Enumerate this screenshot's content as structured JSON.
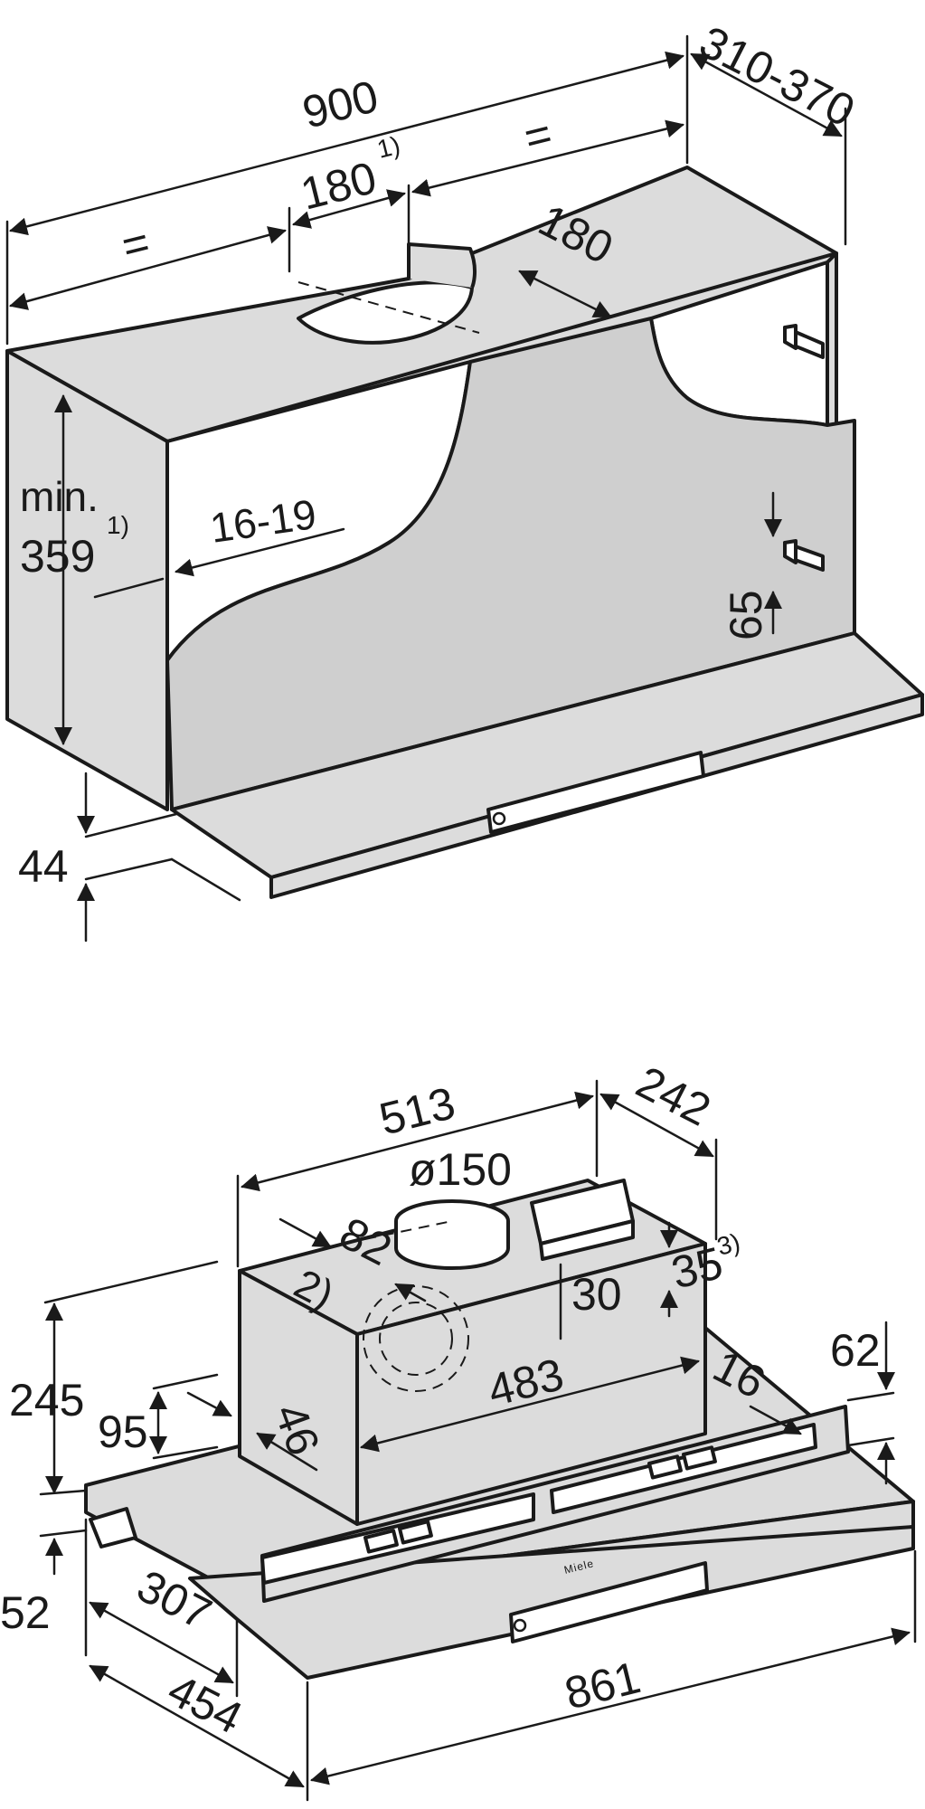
{
  "diagram": {
    "top_view": {
      "labels": {
        "width": "900",
        "depth_range": "310-370",
        "equal_left": "=",
        "equal_right": "=",
        "duct_offset": "180",
        "duct_offset_note": "1)",
        "duct_depth": "180",
        "min_label": "min.",
        "min_height": "359",
        "min_height_note": "1)",
        "side_thickness": "16-19",
        "bracket_height": "65",
        "bottom_gap": "44"
      }
    },
    "bottom_view": {
      "labels": {
        "motor_width": "513",
        "motor_depth": "242",
        "outlet_diameter": "ø150",
        "offset_82": "82",
        "note_2": "2)",
        "dim_30": "30",
        "dim_35": "35",
        "note_3": "3)",
        "height_245": "245",
        "inner_width": "483",
        "dim_16": "16",
        "dim_62": "62",
        "dim_95": "95",
        "dim_46": "46",
        "dim_52": "52",
        "dim_307": "307",
        "dim_454": "454",
        "total_width": "861",
        "logo": "Miele"
      }
    }
  }
}
